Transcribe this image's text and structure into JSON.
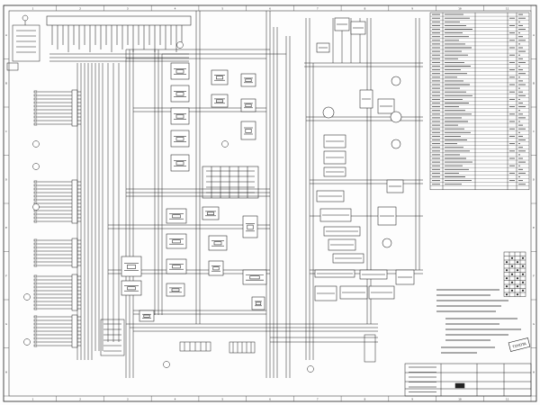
{
  "sheet": {
    "grid_numbers": [
      "1",
      "2",
      "3",
      "4",
      "5",
      "6",
      "7",
      "8",
      "9",
      "10",
      "11"
    ],
    "grid_letters": [
      "A",
      "B",
      "C",
      "D",
      "E",
      "F",
      "G",
      "H"
    ]
  },
  "stamp": {
    "text": "TOYOTA"
  },
  "title_block": {
    "drawing_no": "",
    "sheet_label": ""
  },
  "colors": {
    "line": "#1f1f1f",
    "paper": "#fdfdfd"
  }
}
